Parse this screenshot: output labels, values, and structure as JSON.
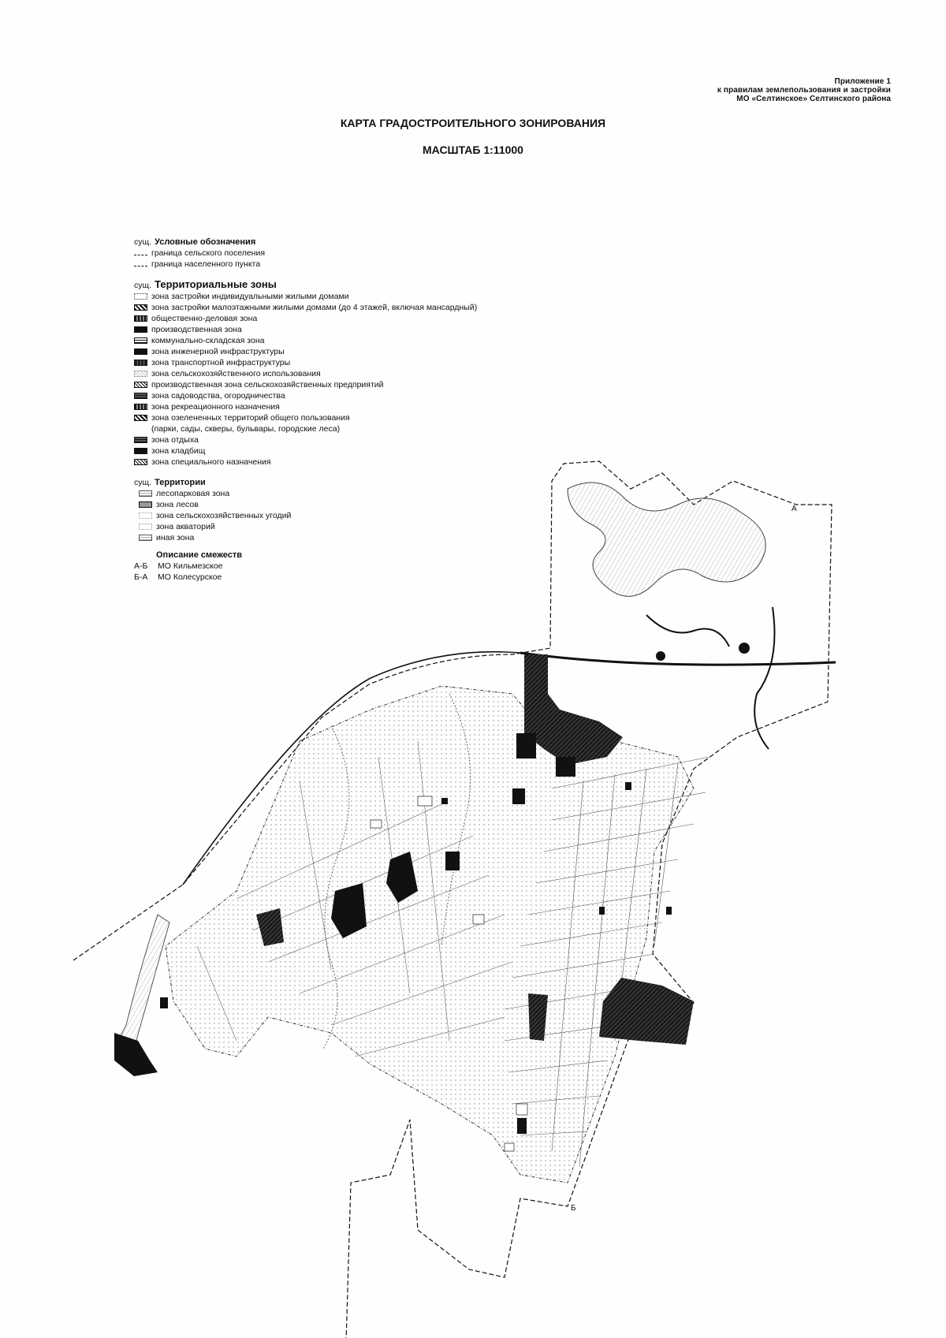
{
  "appendix": {
    "line1": "Приложение 1",
    "line2": "к правилам землепользования и застройки",
    "line3": "МО «Селтинское» Селтинского района"
  },
  "title": "КАРТА ГРАДОСТРОИТЕЛЬНОГО ЗОНИРОВАНИЯ",
  "scale": "МАСШТАБ 1:11000",
  "legend": {
    "sush": "сущ.",
    "symbols": {
      "title": "Условные обозначения",
      "items": [
        "граница сельского поселения",
        "граница населенного пункта"
      ]
    },
    "zones": {
      "title": "Территориальные зоны",
      "items": [
        "зона застройки индивидуальными жилыми домами",
        "зона застройки малоэтажными жилыми домами (до 4 этажей, включая мансардный)",
        "общественно-деловая зона",
        "производственная зона",
        "коммунально-складская зона",
        "зона инженерной инфраструктуры",
        "зона транспортной инфраструктуры",
        "зона сельскохозяйственного использования",
        "производственная зона сельскохозяйственных предприятий",
        "зона садоводства, огородничества",
        "зона рекреационного назначения",
        "зона озелененных территорий общего пользования"
      ],
      "continuation": "(парки, сады, скверы, бульвары, городские леса)",
      "items2": [
        "зона отдыха",
        "зона кладбищ",
        "зона специального назначения"
      ]
    },
    "territories": {
      "title": "Территории",
      "items": [
        "лесопарковая зона",
        "зона лесов",
        "зона сельскохозяйственных угодий",
        "зона акваторий",
        "иная зона"
      ]
    },
    "adjacency": {
      "title": "Описание смежеств",
      "items": [
        {
          "code": "А-Б",
          "name": "МО Кильмезское"
        },
        {
          "code": "Б-А",
          "name": "МО Колесурское"
        }
      ]
    }
  },
  "map": {
    "marker_a": "А",
    "marker_b": "Б"
  }
}
